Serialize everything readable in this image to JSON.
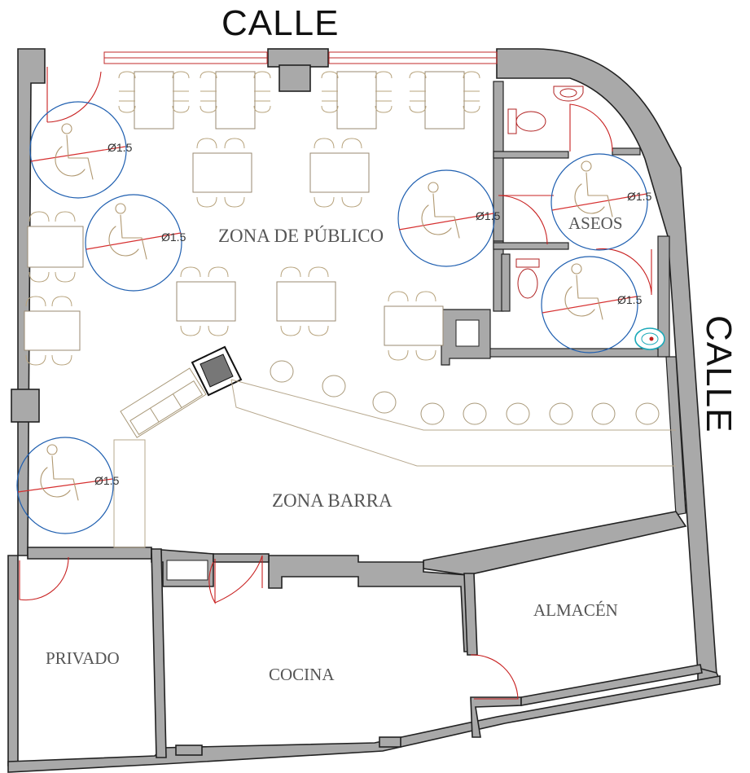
{
  "street_labels": {
    "top": "CALLE",
    "right": "CALLE"
  },
  "zones": {
    "publico": "ZONA DE PÚBLICO",
    "aseos": "ASEOS",
    "barra": "ZONA BARRA",
    "almacen": "ALMACÉN",
    "privado": "PRIVADO",
    "cocina": "COCINA"
  },
  "accessibility_circles": [
    {
      "id": "c1",
      "label": "Ø1.5"
    },
    {
      "id": "c2",
      "label": "Ø1.5"
    },
    {
      "id": "c3",
      "label": "Ø1.5"
    },
    {
      "id": "c4",
      "label": "Ø1.5"
    },
    {
      "id": "c5",
      "label": "Ø1.5"
    },
    {
      "id": "c6",
      "label": "Ø1.5"
    }
  ],
  "colors": {
    "wall": "#a9a9a9",
    "circle": "#1f5fb0",
    "door": "#c82020",
    "furniture": "#b8a47e",
    "text": "#555555"
  }
}
